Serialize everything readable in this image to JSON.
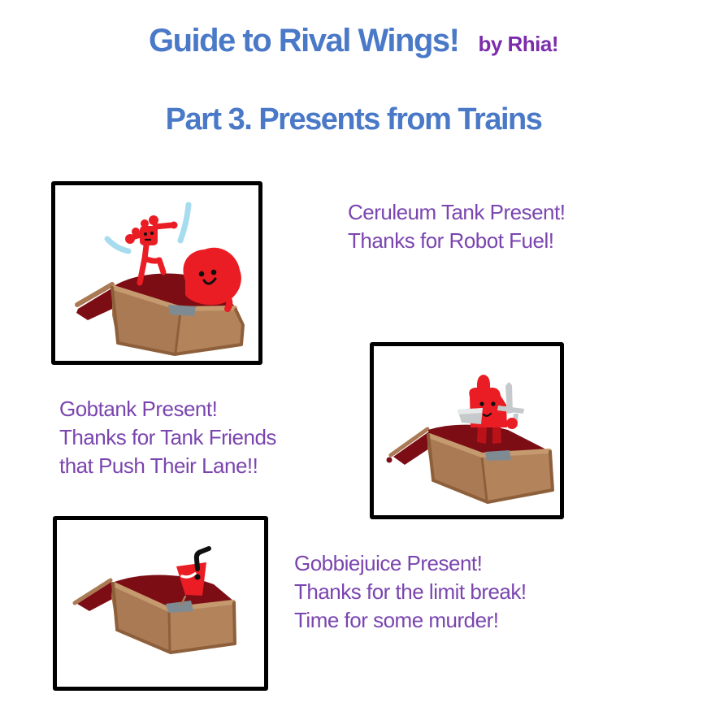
{
  "title": {
    "main": "Guide to Rival Wings!",
    "byline": "by Rhia!",
    "subtitle": "Part 3. Presents from Trains"
  },
  "panels": [
    {
      "name": "ceruleum-tank-present",
      "caption_lines": [
        "Ceruleum Tank Present!",
        "Thanks for Robot Fuel!"
      ]
    },
    {
      "name": "gobtank-present",
      "caption_lines": [
        "Gobtank Present!",
        "Thanks for Tank Friends",
        "that Push Their Lane!!"
      ]
    },
    {
      "name": "gobbiejuice-present",
      "caption_lines": [
        "Gobbiejuice Present!",
        "Thanks for the limit break!",
        "Time for some murder!"
      ]
    }
  ],
  "colors": {
    "background": "#ffffff",
    "title_blue": "#4a79c8",
    "byline_purple": "#7b2dab",
    "caption_purple": "#7a45af",
    "panel_border": "#000000",
    "character_red": "#e91d23",
    "dark_red": "#bb1219",
    "maroon": "#7c0d15",
    "box_brown": "#aa7a55",
    "box_brown_light": "#b3835c",
    "box_rim_tan": "#c49a6e",
    "box_outline": "#8d5f3b",
    "patch_gray": "#7f8b92",
    "steel_gray": "#c6cacc",
    "steel_light": "#e6e8ea",
    "saber_blue": "#a7dcef",
    "ink_black": "#101010"
  }
}
